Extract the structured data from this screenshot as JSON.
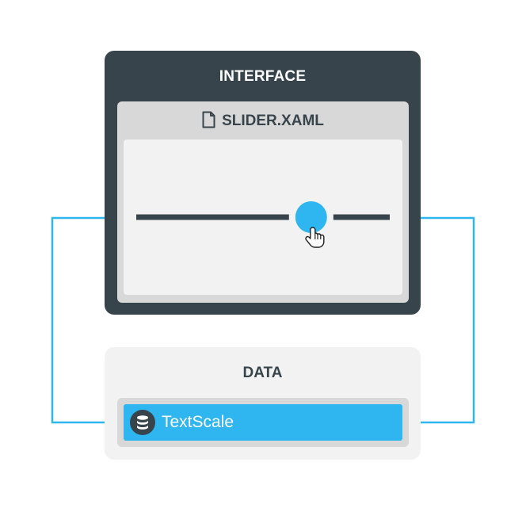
{
  "interface": {
    "title": "INTERFACE"
  },
  "file": {
    "name": "SLIDER.XAML",
    "icon": "document-icon"
  },
  "slider": {
    "value": 0.69
  },
  "data": {
    "title": "DATA",
    "item_label": "TextScale",
    "item_icon": "database-icon"
  },
  "colors": {
    "dark": "#37444c",
    "accent": "#2fb5ef",
    "card": "#d8d8d8",
    "light": "#f2f2f2"
  }
}
